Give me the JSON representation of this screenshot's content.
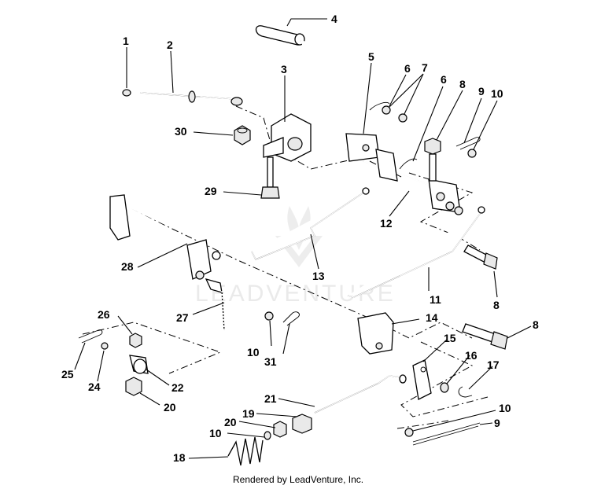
{
  "callouts": [
    {
      "id": "1",
      "label": "1"
    },
    {
      "id": "2",
      "label": "2"
    },
    {
      "id": "3",
      "label": "3"
    },
    {
      "id": "4",
      "label": "4"
    },
    {
      "id": "5",
      "label": "5"
    },
    {
      "id": "6a",
      "label": "6"
    },
    {
      "id": "7",
      "label": "7"
    },
    {
      "id": "6b",
      "label": "6"
    },
    {
      "id": "8a",
      "label": "8"
    },
    {
      "id": "9a",
      "label": "9"
    },
    {
      "id": "10a",
      "label": "10"
    },
    {
      "id": "30",
      "label": "30"
    },
    {
      "id": "29",
      "label": "29"
    },
    {
      "id": "12",
      "label": "12"
    },
    {
      "id": "28",
      "label": "28"
    },
    {
      "id": "13",
      "label": "13"
    },
    {
      "id": "11",
      "label": "11"
    },
    {
      "id": "8b",
      "label": "8"
    },
    {
      "id": "27",
      "label": "27"
    },
    {
      "id": "14",
      "label": "14"
    },
    {
      "id": "8c",
      "label": "8"
    },
    {
      "id": "26",
      "label": "26"
    },
    {
      "id": "10b",
      "label": "10"
    },
    {
      "id": "31",
      "label": "31"
    },
    {
      "id": "25",
      "label": "25"
    },
    {
      "id": "24",
      "label": "24"
    },
    {
      "id": "22",
      "label": "22"
    },
    {
      "id": "15",
      "label": "15"
    },
    {
      "id": "16",
      "label": "16"
    },
    {
      "id": "17",
      "label": "17"
    },
    {
      "id": "20a",
      "label": "20"
    },
    {
      "id": "21",
      "label": "21"
    },
    {
      "id": "19",
      "label": "19"
    },
    {
      "id": "20b",
      "label": "20"
    },
    {
      "id": "10c",
      "label": "10"
    },
    {
      "id": "10d",
      "label": "10"
    },
    {
      "id": "9b",
      "label": "9"
    },
    {
      "id": "18",
      "label": "18"
    }
  ],
  "watermark": "LEADVENTURE",
  "footer": "Rendered by LeadVenture, Inc."
}
